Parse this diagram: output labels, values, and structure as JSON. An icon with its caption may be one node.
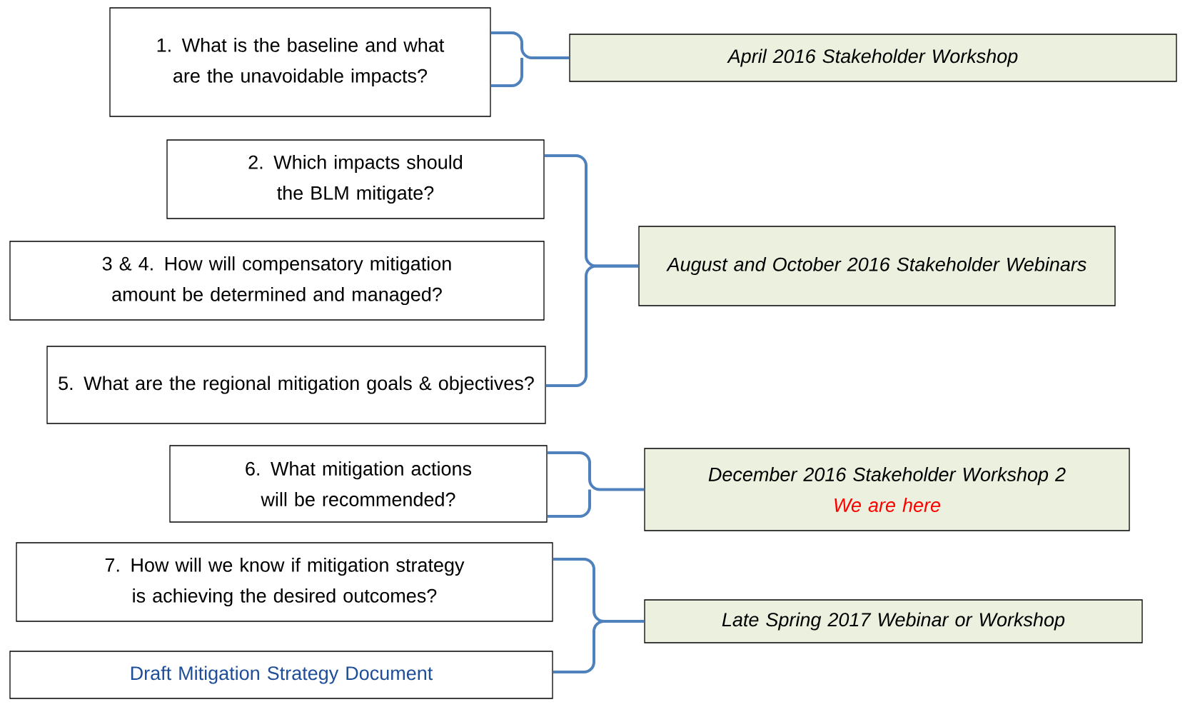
{
  "diagram": {
    "nodes": [
      {
        "text": [
          "1. What is the baseline and what are the unavoidable impacts?"
        ]
      },
      {
        "text": [
          "April 2016 Stakeholder Workshop"
        ]
      },
      {
        "text": [
          "2. Which impacts should the BLM mitigate?"
        ]
      },
      {
        "text": [
          "August  and October 2016 Stakeholder Webinars"
        ]
      },
      {
        "text": [
          "3 & 4. How will compensatory mitigation amount be determined and managed?"
        ]
      },
      {
        "text": [
          "5. What are the regional mitigation goals & objectives?"
        ]
      },
      {
        "text": [
          "6. What mitigation actions will be recommended?"
        ]
      },
      {
        "text": [
          "December 2016 Stakeholder Workshop 2",
          "We are here"
        ]
      },
      {
        "text": [
          "7. How will we know if mitigation strategy is achieving the desired outcomes?"
        ]
      },
      {
        "text": [
          "Late Spring 2017 Webinar or Workshop"
        ]
      },
      {
        "text": [
          "Draft Mitigation Strategy Document"
        ]
      }
    ],
    "edges": [
      {
        "from": 0,
        "to": 1,
        "arrow": "none"
      },
      {
        "from": 2,
        "to": 3,
        "arrow": "none"
      },
      {
        "from": 5,
        "to": 3,
        "arrow": "none"
      },
      {
        "from": 6,
        "to": 7,
        "arrow": "none"
      },
      {
        "from": 8,
        "to": 9,
        "arrow": "none"
      },
      {
        "from": 10,
        "to": 9,
        "arrow": "none"
      }
    ]
  }
}
